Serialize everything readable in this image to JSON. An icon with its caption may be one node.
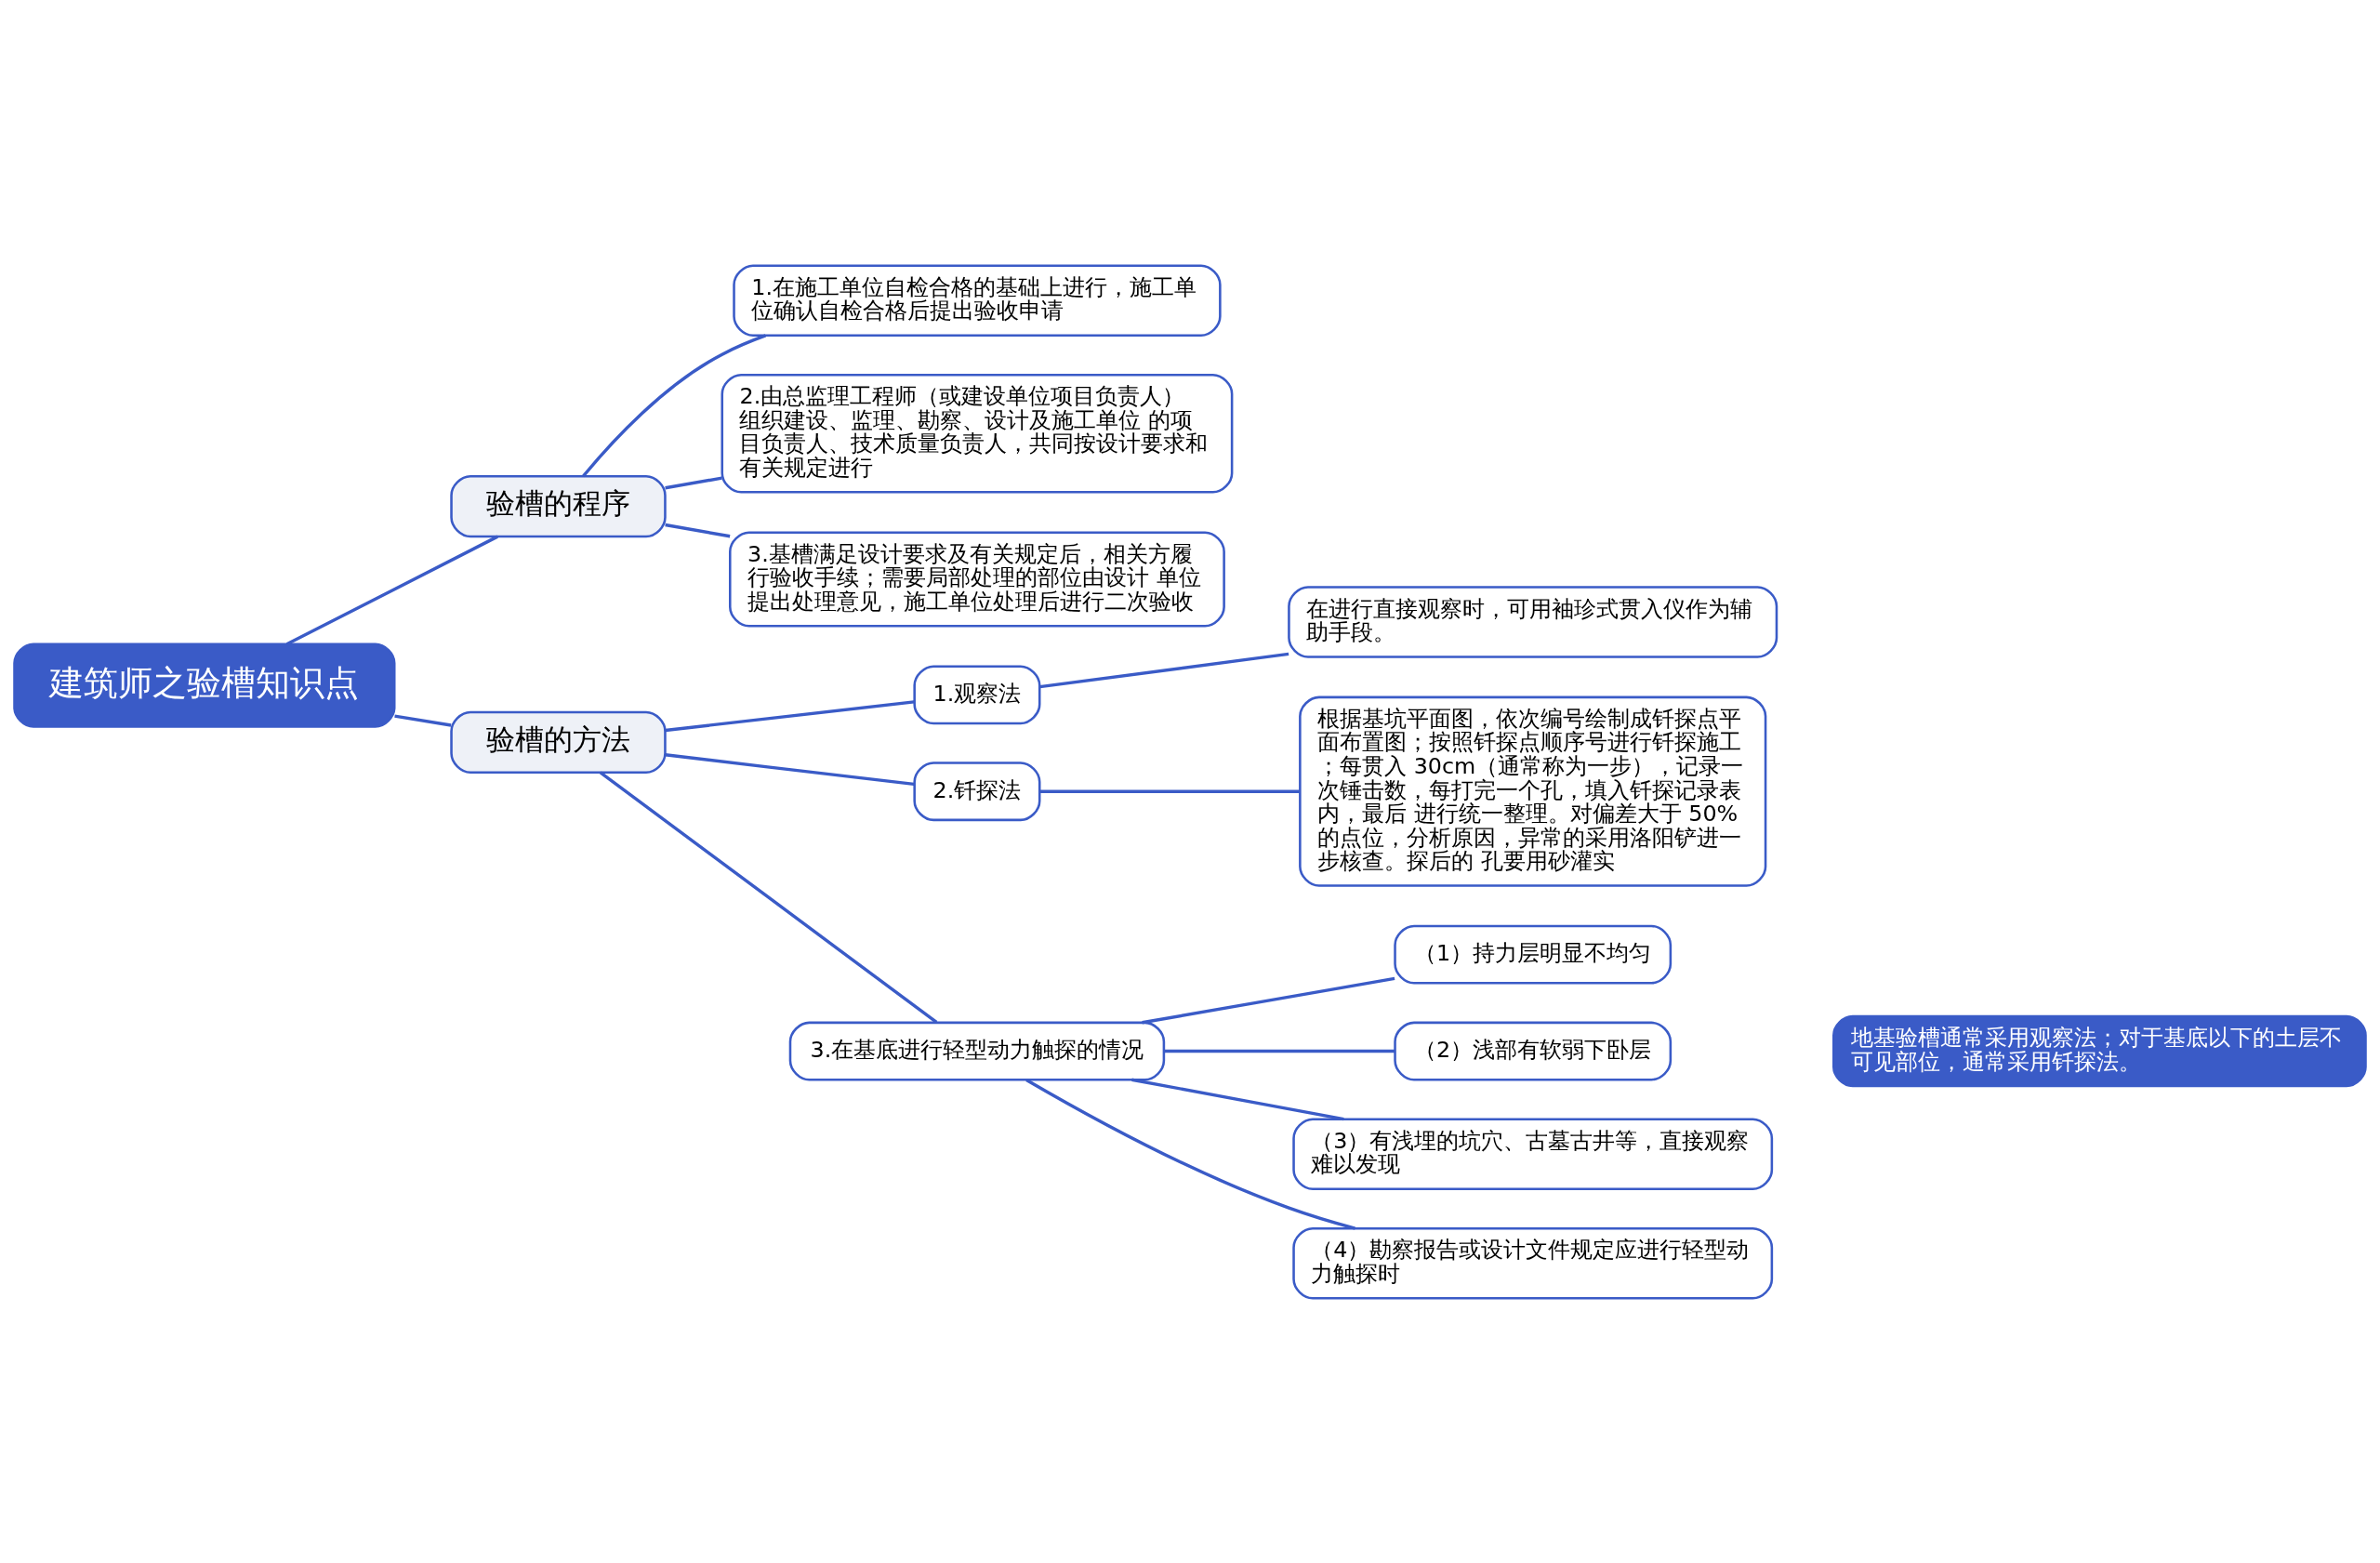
{
  "diagram": {
    "nodes": [
      {
        "text": [
          "建筑师之验槽知识点"
        ]
      },
      {
        "text": [
          "验槽的程序"
        ]
      },
      {
        "text": [
          "1.在施工单位自检合格的基础上进行，施工单位确认自检合格后提出验收申请"
        ]
      },
      {
        "text": [
          "2.由总监理工程师（或建设单位项目负责人）组织建设、监理、勘察、设计及施工单位 的项目负责人、技术质量负责人，共同按设计要求和有关规定进行"
        ]
      },
      {
        "text": [
          "3.基槽满足设计要求及有关规定后，相关方履行验收手续；需要局部处理的部位由设计 单位提出处理意见，施工单位处理后进行二次验收"
        ]
      },
      {
        "text": [
          "验槽的方法"
        ]
      },
      {
        "text": [
          "1.观察法"
        ]
      },
      {
        "text": [
          "在进行直接观察时，可用袖珍式贯入仪作为辅助手段。"
        ]
      },
      {
        "text": [
          "2.钎探法"
        ]
      },
      {
        "text": [
          "根据基坑平面图，依次编号绘制成钎探点平面布置图；按照钎探点顺序号进行钎探施工；每贯入 30cm（通常称为一步），记录一次锤击数，每打完一个孔，填入钎探记录表内，最后 进行统一整理。对偏差大于 50%的点位，分析原因，异常的采用洛阳铲进一步核查。探后的 孔要用砂灌实"
        ]
      },
      {
        "text": [
          "3.在基底进行轻型动力触探的情况"
        ]
      },
      {
        "text": [
          "（1）持力层明显不均匀"
        ]
      },
      {
        "text": [
          "（2）浅部有软弱下卧层"
        ]
      },
      {
        "text": [
          "（3）有浅埋的坑穴、古墓古井等，直接观察难以发现"
        ]
      },
      {
        "text": [
          "（4）勘察报告或设计文件规定应进行轻型动力触探时"
        ]
      },
      {
        "text": [
          "地基验槽通常采用观察法；对于基底以下的土层不可见部位，通常采用钎探法。"
        ]
      }
    ],
    "edges": [
      {
        "from": 0,
        "to": 1,
        "arrow": "none"
      },
      {
        "from": 1,
        "to": 2,
        "arrow": "none"
      },
      {
        "from": 1,
        "to": 3,
        "arrow": "none"
      },
      {
        "from": 1,
        "to": 4,
        "arrow": "none"
      },
      {
        "from": 0,
        "to": 5,
        "arrow": "none"
      },
      {
        "from": 5,
        "to": 6,
        "arrow": "none"
      },
      {
        "from": 6,
        "to": 7,
        "arrow": "none"
      },
      {
        "from": 5,
        "to": 8,
        "arrow": "none"
      },
      {
        "from": 8,
        "to": 9,
        "arrow": "none"
      },
      {
        "from": 5,
        "to": 10,
        "arrow": "none"
      },
      {
        "from": 10,
        "to": 11,
        "arrow": "none"
      },
      {
        "from": 10,
        "to": 12,
        "arrow": "none"
      },
      {
        "from": 10,
        "to": 13,
        "arrow": "none"
      },
      {
        "from": 10,
        "to": 14,
        "arrow": "none"
      }
    ]
  }
}
